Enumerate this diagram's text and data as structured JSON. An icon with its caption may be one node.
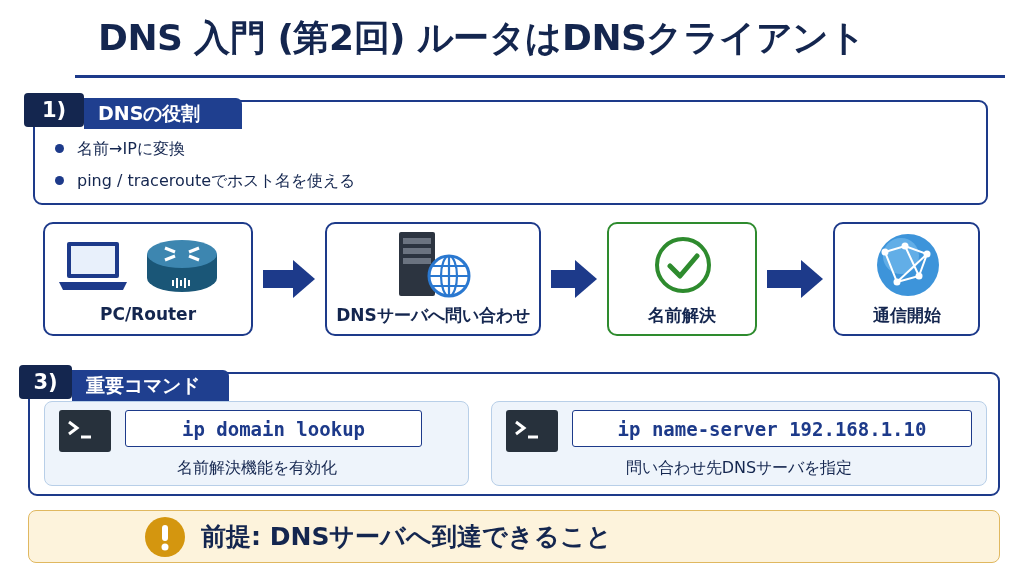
{
  "diagram": {
    "title": "DNS 入門 (第2回) ルータはDNSクライアント",
    "nodes": [
      {
        "text": [
          "1)",
          "DNSの役割",
          "名前→IPに変換",
          "ping / tracerouteでホスト名を使える"
        ]
      },
      {
        "text": [
          "PC/Router"
        ]
      },
      {
        "text": [
          "DNSサーバへ問い合わせ"
        ]
      },
      {
        "text": [
          "名前解決"
        ]
      },
      {
        "text": [
          "通信開始"
        ]
      },
      {
        "text": [
          "3)",
          "重要コマンド"
        ]
      },
      {
        "text": [
          "ip domain lookup",
          "名前解決機能を有効化"
        ],
        "in": 5
      },
      {
        "text": [
          "ip name-server 192.168.1.10",
          "問い合わせ先DNSサーバを指定"
        ],
        "in": 5
      },
      {
        "text": [
          "前提: DNSサーバへ到達できること"
        ]
      }
    ],
    "edges": [
      {
        "from": 1,
        "to": 2,
        "arrow": "to"
      },
      {
        "from": 2,
        "to": 3,
        "arrow": "to"
      },
      {
        "from": 3,
        "to": 4,
        "arrow": "to"
      }
    ]
  }
}
